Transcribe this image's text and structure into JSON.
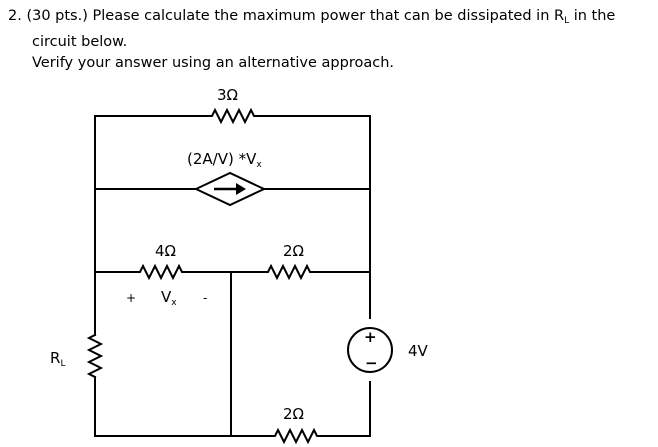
{
  "problem": {
    "number": "2.",
    "points": "(30 pts.)",
    "line1_main": "Please calculate the maximum power that can be dissipated in R",
    "line1_sub": "L",
    "line1_end": " in the",
    "line2": "circuit below.",
    "line3": "Verify your answer using an alternative approach."
  },
  "circuit": {
    "r_top": "3Ω",
    "dependent_source": {
      "main": "(2A/V) *V",
      "sub": "x"
    },
    "r_mid_left": "4Ω",
    "r_mid_right": "2Ω",
    "vx_plus": "+",
    "vx_main": "V",
    "vx_sub": "x",
    "vx_minus": "-",
    "rl_main": "R",
    "rl_sub": "L",
    "voltage_source": {
      "plus": "+",
      "minus": "−",
      "value": "4V"
    },
    "r_bottom": "2Ω"
  }
}
